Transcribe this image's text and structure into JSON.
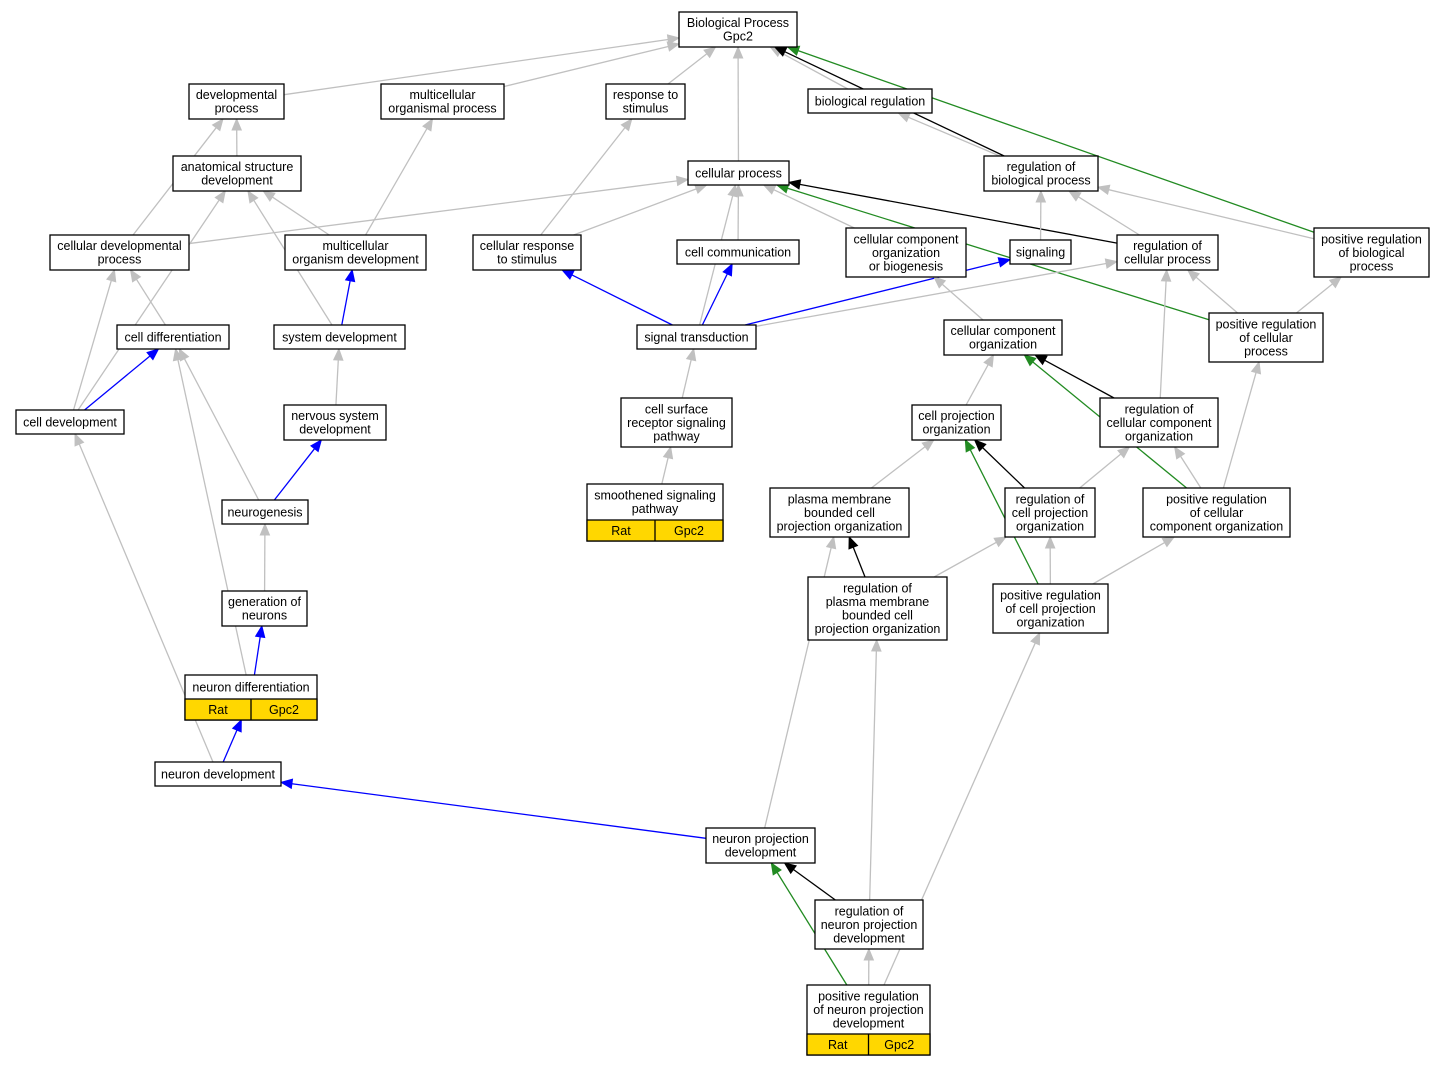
{
  "colors": {
    "is_a": "#c0c0c0",
    "part_of": "#0000ff",
    "regulates": "#000000",
    "positively_regulates": "#228b22",
    "annotation": "#ffd700"
  },
  "nodes": {
    "bp_root": [
      "Biological Process",
      "Gpc2"
    ],
    "dev_process": [
      "developmental",
      "process"
    ],
    "multicell_process": [
      "multicellular",
      "organismal process"
    ],
    "response_stimulus": [
      "response to",
      "stimulus"
    ],
    "bio_regulation": [
      "biological regulation"
    ],
    "anat_struct_dev": [
      "anatomical structure",
      "development"
    ],
    "cellular_process": [
      "cellular process"
    ],
    "reg_bio_process": [
      "regulation of",
      "biological process"
    ],
    "cell_dev_process": [
      "cellular developmental",
      "process"
    ],
    "multicell_org_dev": [
      "multicellular",
      "organism development"
    ],
    "cell_response_stim": [
      "cellular response",
      "to stimulus"
    ],
    "cell_communication": [
      "cell communication"
    ],
    "cc_org_biogenesis": [
      "cellular component",
      "organization",
      "or biogenesis"
    ],
    "signaling": [
      "signaling"
    ],
    "reg_cell_process": [
      "regulation of",
      "cellular process"
    ],
    "pos_reg_bio_process": [
      "positive regulation",
      "of biological",
      "process"
    ],
    "cell_differentiation": [
      "cell differentiation"
    ],
    "system_dev": [
      "system development"
    ],
    "signal_transduction": [
      "signal transduction"
    ],
    "cc_organization": [
      "cellular component",
      "organization"
    ],
    "pos_reg_cell_process": [
      "positive regulation",
      "of cellular",
      "process"
    ],
    "cell_development": [
      "cell development"
    ],
    "nervous_system_dev": [
      "nervous system",
      "development"
    ],
    "cell_surface_rsp": [
      "cell surface",
      "receptor signaling",
      "pathway"
    ],
    "cell_proj_org": [
      "cell projection",
      "organization"
    ],
    "reg_cc_org": [
      "regulation of",
      "cellular component",
      "organization"
    ],
    "neurogenesis": [
      "neurogenesis"
    ],
    "smoothened": [
      "smoothened signaling",
      "pathway"
    ],
    "pm_bounded_proj_org": [
      "plasma membrane",
      "bounded cell",
      "projection organization"
    ],
    "reg_cell_proj_org": [
      "regulation of",
      "cell projection",
      "organization"
    ],
    "pos_reg_cc_org": [
      "positive regulation",
      "of cellular",
      "component organization"
    ],
    "gen_neurons": [
      "generation of",
      "neurons"
    ],
    "reg_pm_bounded": [
      "regulation of",
      "plasma membrane",
      "bounded cell",
      "projection organization"
    ],
    "pos_reg_cell_proj_org": [
      "positive regulation",
      "of cell projection",
      "organization"
    ],
    "neuron_diff": [
      "neuron differentiation"
    ],
    "neuron_dev": [
      "neuron development"
    ],
    "neuron_proj_dev": [
      "neuron projection",
      "development"
    ],
    "reg_neuron_proj_dev": [
      "regulation of",
      "neuron projection",
      "development"
    ],
    "pos_reg_neuron_proj_dev": [
      "positive regulation",
      "of neuron projection",
      "development"
    ]
  },
  "annotations": {
    "smoothened": [
      "Rat",
      "Gpc2"
    ],
    "neuron_diff": [
      "Rat",
      "Gpc2"
    ],
    "pos_reg_neuron_proj_dev": [
      "Rat",
      "Gpc2"
    ]
  },
  "edges": [
    [
      "dev_process",
      "bp_root",
      "is_a"
    ],
    [
      "multicell_process",
      "bp_root",
      "is_a"
    ],
    [
      "response_stimulus",
      "bp_root",
      "is_a"
    ],
    [
      "bio_regulation",
      "bp_root",
      "is_a"
    ],
    [
      "cellular_process",
      "bp_root",
      "is_a"
    ],
    [
      "reg_bio_process",
      "bp_root",
      "regulates"
    ],
    [
      "pos_reg_bio_process",
      "bp_root",
      "positively_regulates"
    ],
    [
      "anat_struct_dev",
      "dev_process",
      "is_a"
    ],
    [
      "cell_dev_process",
      "dev_process",
      "is_a"
    ],
    [
      "multicell_org_dev",
      "multicell_process",
      "is_a"
    ],
    [
      "cell_response_stim",
      "response_stimulus",
      "is_a"
    ],
    [
      "reg_bio_process",
      "bio_regulation",
      "is_a"
    ],
    [
      "cell_dev_process",
      "cellular_process",
      "is_a"
    ],
    [
      "cell_response_stim",
      "cellular_process",
      "is_a"
    ],
    [
      "cell_communication",
      "cellular_process",
      "is_a"
    ],
    [
      "cc_org_biogenesis",
      "cellular_process",
      "is_a"
    ],
    [
      "signal_transduction",
      "cellular_process",
      "is_a"
    ],
    [
      "reg_cell_process",
      "cellular_process",
      "regulates"
    ],
    [
      "pos_reg_cell_process",
      "cellular_process",
      "positively_regulates"
    ],
    [
      "signaling",
      "reg_bio_process",
      "is_a"
    ],
    [
      "reg_cell_process",
      "reg_bio_process",
      "is_a"
    ],
    [
      "pos_reg_bio_process",
      "reg_bio_process",
      "is_a"
    ],
    [
      "cell_development",
      "anat_struct_dev",
      "is_a"
    ],
    [
      "multicell_org_dev",
      "anat_struct_dev",
      "is_a"
    ],
    [
      "system_dev",
      "anat_struct_dev",
      "is_a"
    ],
    [
      "system_dev",
      "multicell_org_dev",
      "part_of"
    ],
    [
      "signal_transduction",
      "cell_response_stim",
      "part_of"
    ],
    [
      "signal_transduction",
      "cell_communication",
      "part_of"
    ],
    [
      "signal_transduction",
      "signaling",
      "part_of"
    ],
    [
      "cc_organization",
      "cc_org_biogenesis",
      "is_a"
    ],
    [
      "signal_transduction",
      "reg_cell_process",
      "is_a"
    ],
    [
      "reg_cc_org",
      "reg_cell_process",
      "is_a"
    ],
    [
      "pos_reg_cell_process",
      "reg_cell_process",
      "is_a"
    ],
    [
      "pos_reg_cell_process",
      "pos_reg_bio_process",
      "is_a"
    ],
    [
      "cell_differentiation",
      "cell_dev_process",
      "is_a"
    ],
    [
      "cell_development",
      "cell_dev_process",
      "is_a"
    ],
    [
      "cell_development",
      "cell_differentiation",
      "part_of"
    ],
    [
      "neurogenesis",
      "cell_differentiation",
      "is_a"
    ],
    [
      "neuron_diff",
      "cell_differentiation",
      "is_a"
    ],
    [
      "nervous_system_dev",
      "system_dev",
      "is_a"
    ],
    [
      "cell_surface_rsp",
      "signal_transduction",
      "is_a"
    ],
    [
      "cell_proj_org",
      "cc_organization",
      "is_a"
    ],
    [
      "reg_cc_org",
      "cc_organization",
      "regulates"
    ],
    [
      "pos_reg_cc_org",
      "cc_organization",
      "positively_regulates"
    ],
    [
      "pos_reg_cc_org",
      "pos_reg_cell_process",
      "is_a"
    ],
    [
      "neuron_dev",
      "cell_development",
      "is_a"
    ],
    [
      "neurogenesis",
      "nervous_system_dev",
      "part_of"
    ],
    [
      "smoothened",
      "cell_surface_rsp",
      "is_a"
    ],
    [
      "pm_bounded_proj_org",
      "cell_proj_org",
      "is_a"
    ],
    [
      "reg_cell_proj_org",
      "cell_proj_org",
      "regulates"
    ],
    [
      "pos_reg_cell_proj_org",
      "cell_proj_org",
      "positively_regulates"
    ],
    [
      "reg_cell_proj_org",
      "reg_cc_org",
      "is_a"
    ],
    [
      "pos_reg_cc_org",
      "reg_cc_org",
      "is_a"
    ],
    [
      "gen_neurons",
      "neurogenesis",
      "is_a"
    ],
    [
      "reg_pm_bounded",
      "pm_bounded_proj_org",
      "regulates"
    ],
    [
      "reg_pm_bounded",
      "reg_cell_proj_org",
      "is_a"
    ],
    [
      "pos_reg_cell_proj_org",
      "reg_cell_proj_org",
      "is_a"
    ],
    [
      "pos_reg_cell_proj_org",
      "pos_reg_cc_org",
      "is_a"
    ],
    [
      "neuron_diff",
      "gen_neurons",
      "part_of"
    ],
    [
      "neuron_dev",
      "neuron_diff",
      "part_of"
    ],
    [
      "neuron_proj_dev",
      "pm_bounded_proj_org",
      "is_a"
    ],
    [
      "neuron_proj_dev",
      "neuron_dev",
      "part_of"
    ],
    [
      "reg_neuron_proj_dev",
      "reg_pm_bounded",
      "is_a"
    ],
    [
      "reg_neuron_proj_dev",
      "neuron_proj_dev",
      "regulates"
    ],
    [
      "pos_reg_neuron_proj_dev",
      "reg_neuron_proj_dev",
      "is_a"
    ],
    [
      "pos_reg_neuron_proj_dev",
      "pos_reg_cell_proj_org",
      "is_a"
    ],
    [
      "pos_reg_neuron_proj_dev",
      "neuron_proj_dev",
      "positively_regulates"
    ]
  ]
}
